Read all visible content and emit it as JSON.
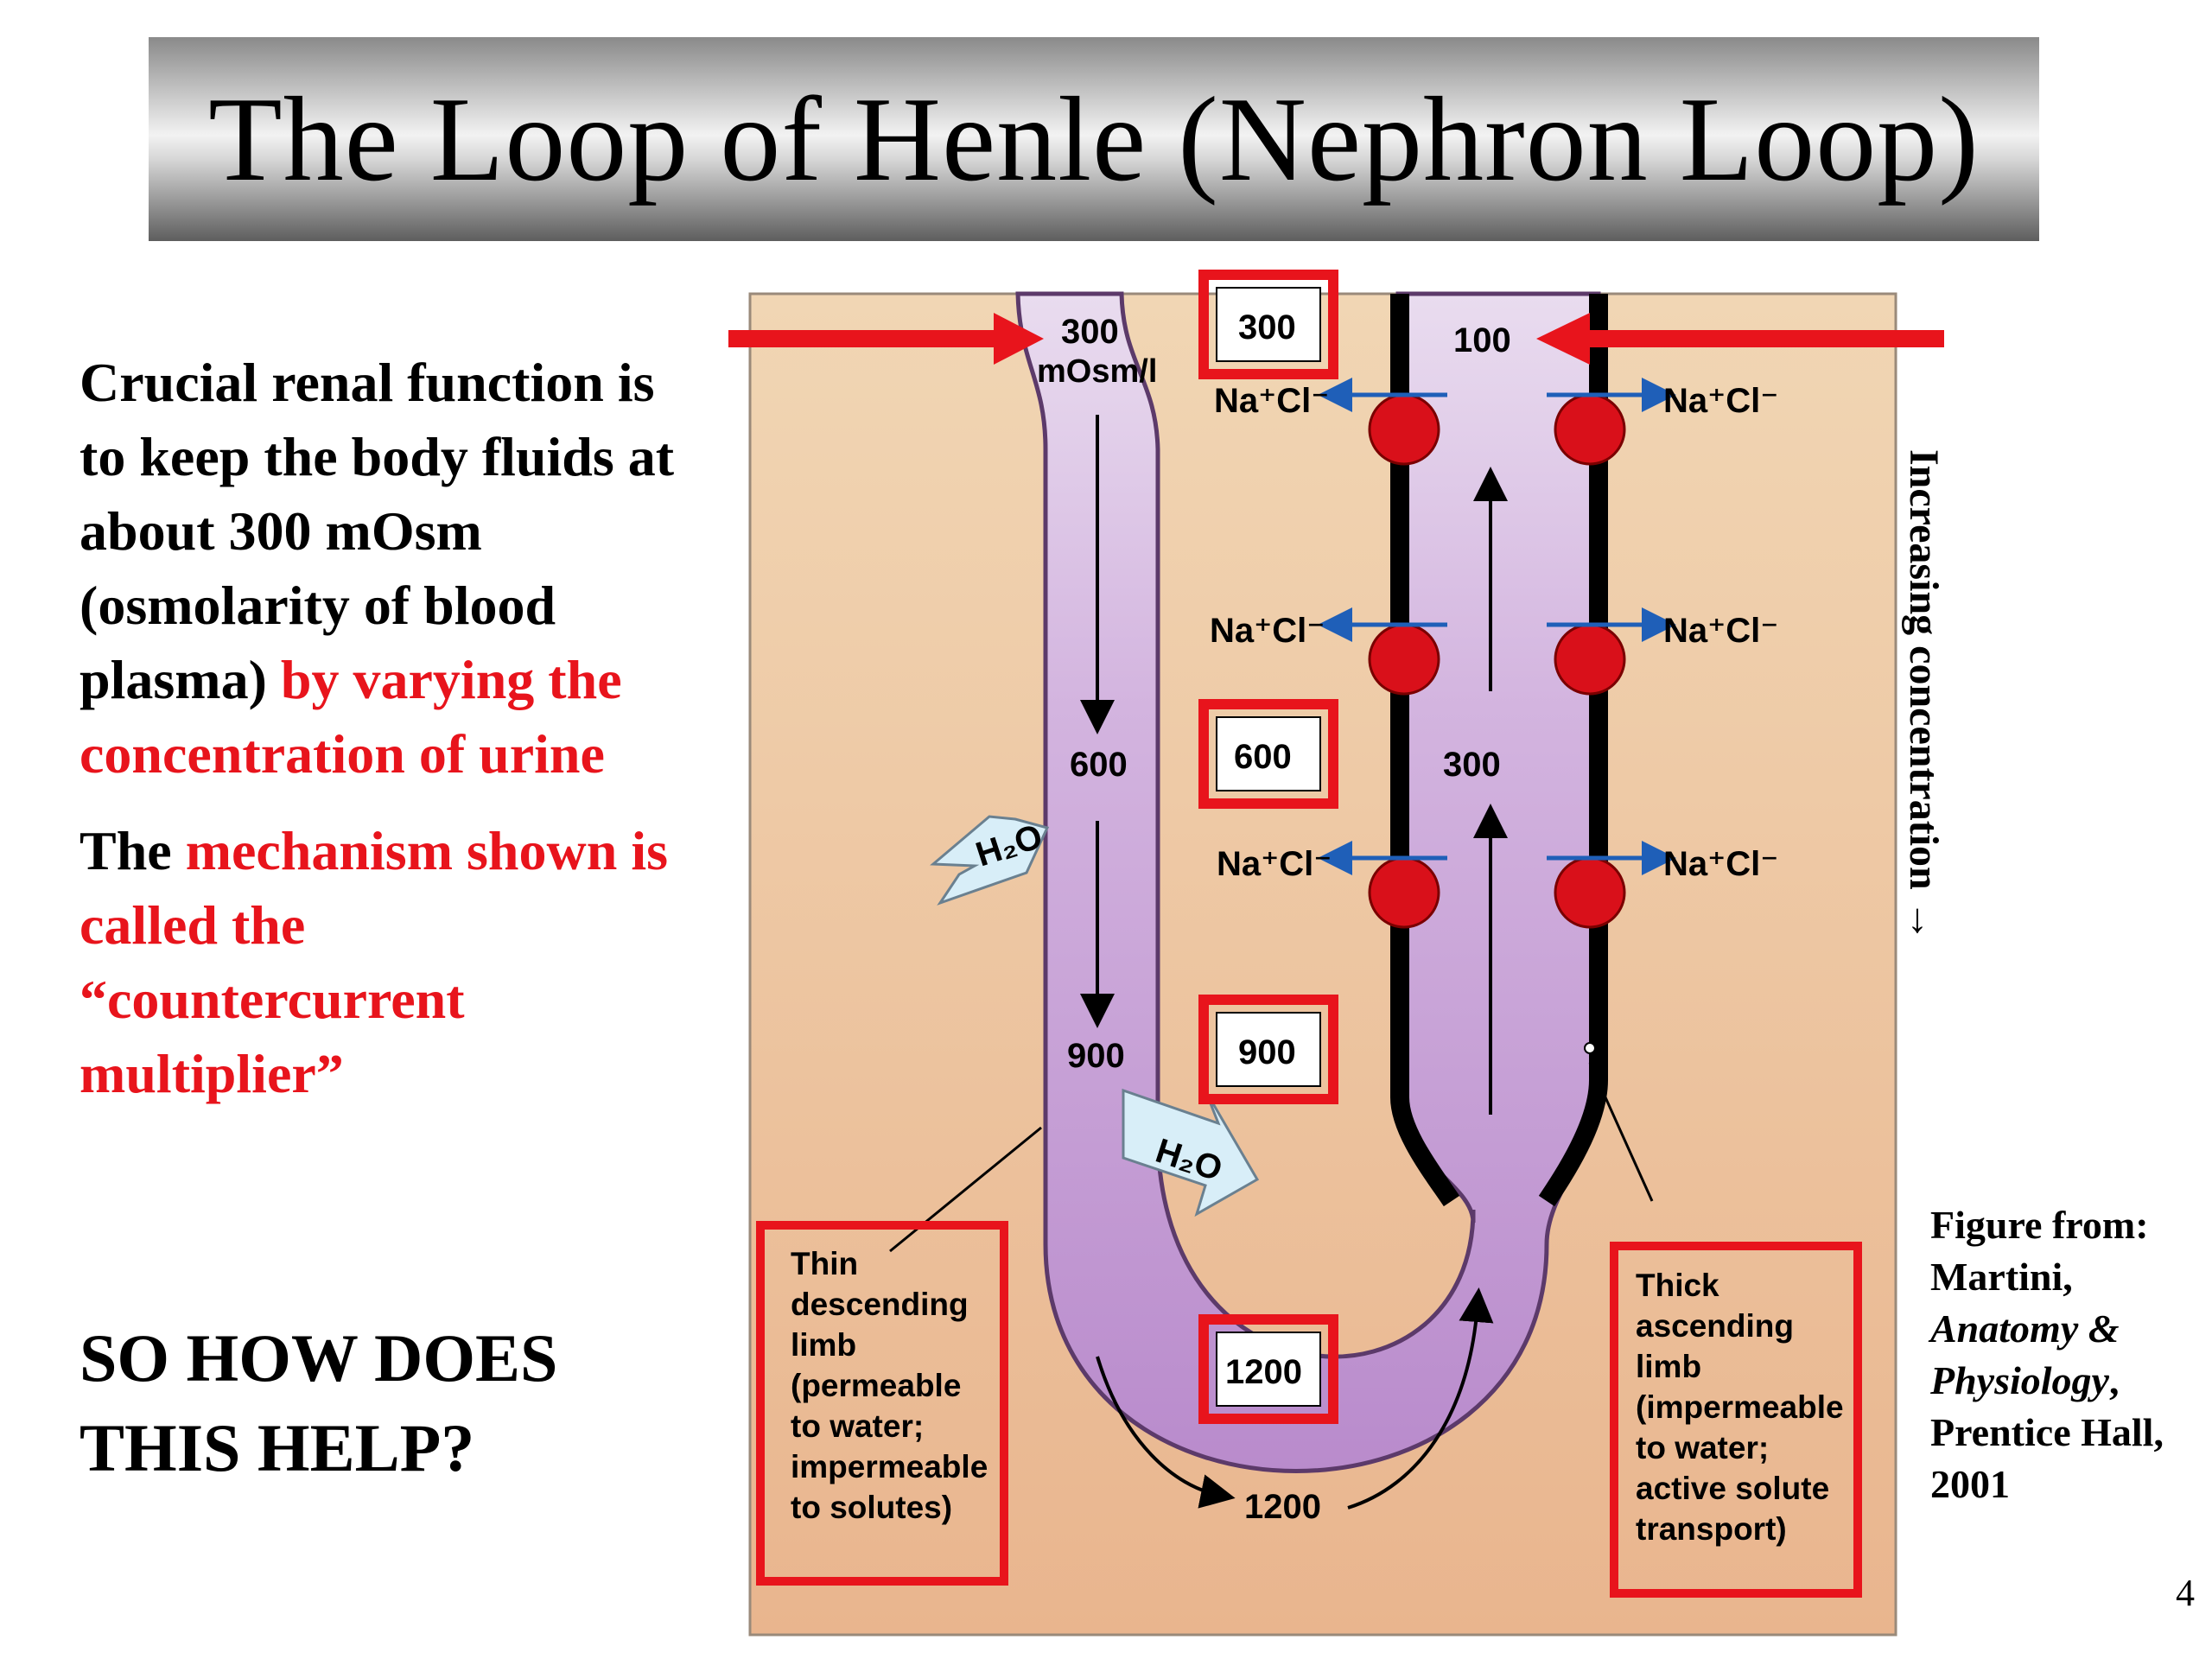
{
  "title": "The Loop of Henle (Nephron Loop)",
  "left_text": {
    "p1_black": "Crucial renal function is to keep the body fluids at about 300 mOsm (osmolarity of blood plasma)",
    "p1_red": "by varying the concentration of urine",
    "p2_black": "The",
    "p2_red": "mechanism shown is called the “countercurrent multiplier”",
    "question": "SO HOW DOES THIS HELP?"
  },
  "diagram": {
    "inlet_label_value": "300",
    "inlet_label_unit": "mOsm/l",
    "outlet_label": "100",
    "descending_values": [
      "600",
      "900"
    ],
    "bottom_value": "1200",
    "ascending_value": "300",
    "interstitial_boxes": [
      "300",
      "600",
      "900",
      "1200"
    ],
    "ion_label": "Na⁺Cl⁻",
    "water_label": "H₂O",
    "thin_limb_label": [
      "Thin",
      "descending",
      "limb",
      "(permeable",
      "to water;",
      "impermeable",
      "to solutes)"
    ],
    "thick_limb_label": [
      "Thick",
      "ascending",
      "limb",
      "(impermeable",
      "to water;",
      "active solute",
      "transport)"
    ],
    "vertical_label": "Increasing concentration →",
    "colors": {
      "background_top": "#f1d6b4",
      "background_bottom": "#e9b58e",
      "tubule_fill": "#c8a2d6",
      "highlight_red": "#e8141c",
      "pump_red": "#d9101a",
      "ion_arrow_blue": "#1f5fb8",
      "water_arrow": "#d8eef8"
    }
  },
  "credit": {
    "line1": "Figure from:",
    "line2": "Martini,",
    "book": "Anatomy & Physiology",
    "line4": "Prentice Hall,",
    "year": "2001"
  },
  "page_number": "4"
}
